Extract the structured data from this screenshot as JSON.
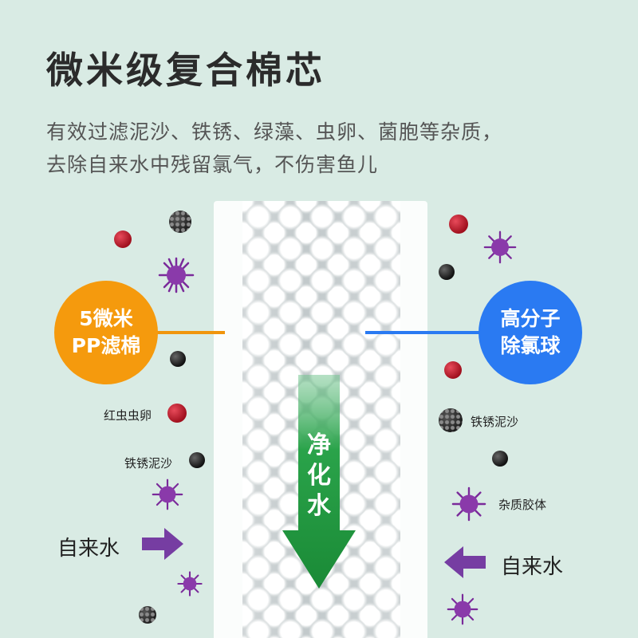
{
  "title": "微米级复合棉芯",
  "subtitle": {
    "line1": "有效过滤泥沙、铁锈、绿藻、虫卵、菌胞等杂质，",
    "line2": "去除自来水中残留氯气，不伤害鱼儿"
  },
  "center_arrow": {
    "text": [
      "净",
      "化",
      "水"
    ],
    "color": "#1f9b3c"
  },
  "left_badge": {
    "line1": "5微米",
    "line2": "PP滤棉",
    "color": "#f59a0d"
  },
  "right_badge": {
    "line1": "高分子",
    "line2": "除氯球",
    "color": "#2a7af2"
  },
  "left_labels": {
    "insect_eggs": "红虫虫卵",
    "rust_sand": "铁锈泥沙",
    "tap_water": "自来水"
  },
  "right_labels": {
    "rust_sand": "铁锈泥沙",
    "colloid": "杂质胶体",
    "tap_water": "自来水"
  },
  "icons": {
    "virus": "virus-icon",
    "red_particle": "red-particle-icon",
    "black_particle": "black-particle-icon",
    "flow_arrow": "purple-arrow-icon"
  },
  "colors": {
    "background": "#d9ebe4",
    "virus": "#7a2a9a",
    "flow_arrow": "#6a2a9a"
  }
}
